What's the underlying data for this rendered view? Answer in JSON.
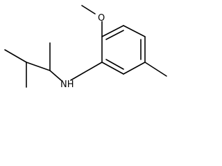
{
  "molecule": {
    "atoms": [
      {
        "symbol": "O"
      },
      {
        "symbol": "N",
        "hydrogens": "H"
      }
    ],
    "labels": {
      "oxygen": "O",
      "nitrogen": "NH"
    }
  },
  "colors": {
    "bond": "#000000",
    "label": "#000000",
    "background": "#ffffff"
  }
}
